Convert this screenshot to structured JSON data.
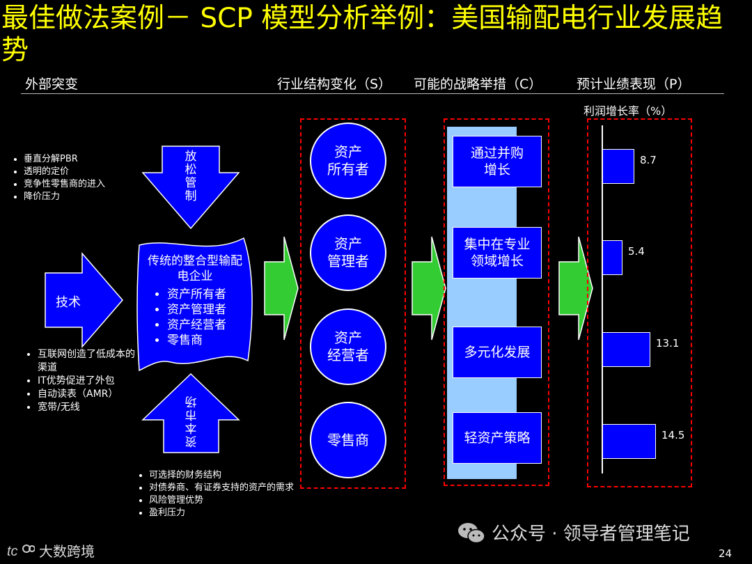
{
  "title": "最佳做法案例－ SCP 模型分析举例：美国输配电行业发展趋势",
  "headers": {
    "external": "外部突变",
    "structure": "行业结构变化（S）",
    "conduct": "可能的战略举措（C）",
    "performance": "预计业绩表现（P）"
  },
  "left": {
    "bullets_top": [
      "垂直分解PBR",
      "透明的定价",
      "竞争性零售商的进入",
      "降价压力"
    ],
    "arrow_deregulation": "放松管制",
    "arrow_technology": "技术",
    "arrow_capital": "资本市场",
    "bullets_tech": [
      "互联网创造了低成本的渠道",
      "IT优势促进了外包",
      "自动读表（AMR）",
      "宽带/无线"
    ],
    "bullets_capital": [
      "可选择的财务结构",
      "对债券商、有证券支持的资产的需求",
      "风险管理优势",
      "盈利压力"
    ],
    "blob_title": "传统的整合型输配电企业",
    "blob_items": [
      "资产所有者",
      "资产管理者",
      "资产经营者",
      "零售商"
    ]
  },
  "structure": {
    "circles": [
      "资产\n所有者",
      "资产\n管理者",
      "资产\n经营者",
      "零售商"
    ]
  },
  "conduct": {
    "boxes": [
      "通过并购\n增长",
      "集中在专业\n领域增长",
      "多元化发展",
      "轻资产策略"
    ]
  },
  "performance": {
    "label": "利润增长率（%）",
    "values": [
      8.7,
      5.4,
      13.1,
      14.5
    ],
    "value_labels": [
      "8.7",
      "5.4",
      "13.1",
      "14.5"
    ]
  },
  "footer": {
    "left_brand": "大数跨境",
    "right_brand": "公众号 · 领导者管理笔记",
    "page_number": "24"
  },
  "colors": {
    "title": "#ffff00",
    "shape_blue": "#0000ff",
    "green_arrow": "#33cc33",
    "frame_red": "#ff0000",
    "light_blue_band": "#99ccff"
  }
}
